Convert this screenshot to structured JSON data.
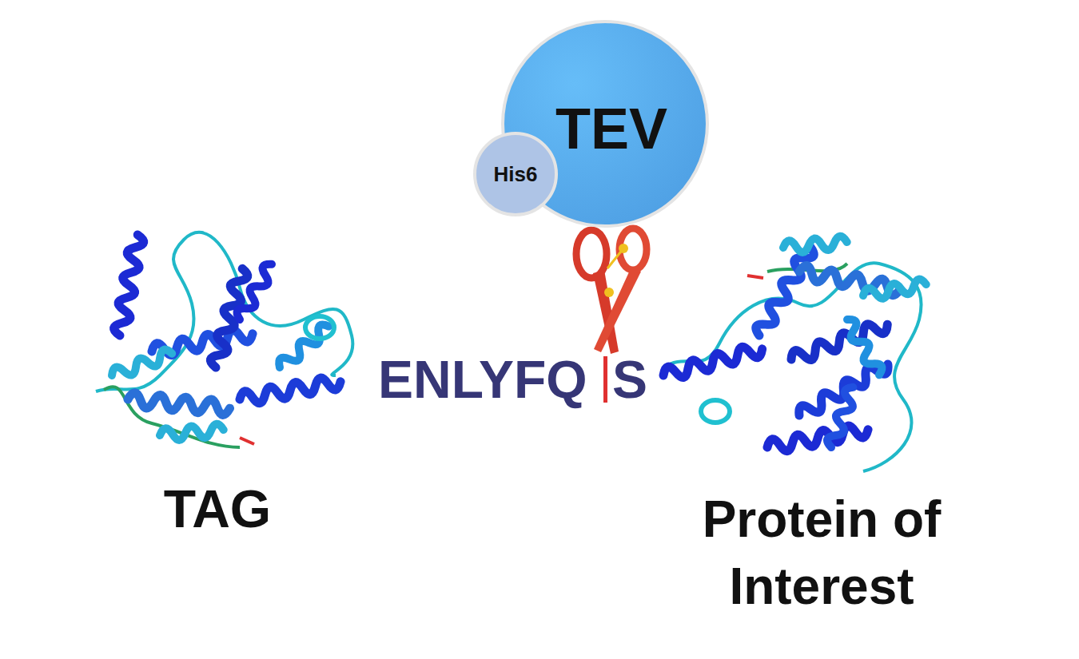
{
  "diagram": {
    "nodes": [
      {
        "text": [
          "TEV"
        ]
      },
      {
        "text": [
          "His6"
        ]
      }
    ],
    "labels": [
      "ENLYFQ",
      "S",
      "TAG",
      "Protein of Interest"
    ]
  }
}
